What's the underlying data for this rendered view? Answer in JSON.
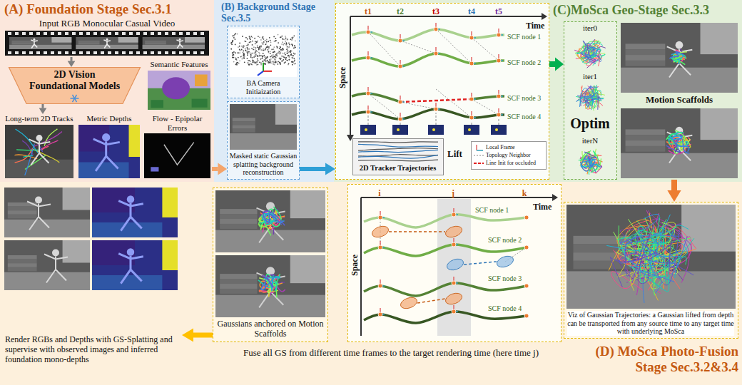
{
  "diagram": {
    "nodes": [
      {
        "text": [
          "(A) Foundation Stage Sec.3.1"
        ]
      },
      {
        "text": [
          "Input RGB Monocular Casual Video"
        ],
        "in": 0
      },
      {
        "text": [
          "2D Vision Foundational Models"
        ],
        "in": 0
      },
      {
        "text": [
          "Semantic Features"
        ],
        "in": 0
      },
      {
        "text": [
          "Long-term 2D Tracks"
        ],
        "in": 0
      },
      {
        "text": [
          "Metric Depths"
        ],
        "in": 0
      },
      {
        "text": [
          "Flow - Epipolar Errors"
        ],
        "in": 0
      },
      {
        "text": [
          "(B) Background Stage Sec.3.5"
        ]
      },
      {
        "text": [
          "BA Camera Initiaization"
        ],
        "in": 7
      },
      {
        "text": [
          "Masked static Gaussian splatting background reconstruction"
        ],
        "in": 7
      },
      {
        "text": [
          "(C)MoSca Geo-Stage Sec.3.3"
        ]
      },
      {
        "text": [
          "Lift"
        ],
        "in": 10
      },
      {
        "text": [
          "2D Tracker Trajectories"
        ],
        "in": 11
      },
      {
        "text": [
          "iter0",
          "iter1",
          "Optim",
          "iterN"
        ],
        "in": 10
      },
      {
        "text": [
          "Motion Scaffolds"
        ],
        "in": 10
      },
      {
        "text": [
          "(D) MoSca Photo-Fusion Stage Sec.3.2&3.4"
        ]
      },
      {
        "text": [
          "Viz of Gaussian Trajectories: a Gaussian lifted from depth can be transported from any source time to any target time with underlying MoSca"
        ],
        "in": 15
      },
      {
        "text": [
          "Fuse all GS from different time frames to the target rendering time (here time j)"
        ],
        "in": 15
      },
      {
        "text": [
          "Gaussians anchored on Motion Scaffolds"
        ],
        "in": 15
      },
      {
        "text": [
          "Render RGBs and Depths with GS-Splatting and supervise with observed images and inferred foundation mono-depths"
        ],
        "in": 15
      }
    ],
    "edges": [
      {
        "from": 1,
        "to": 2,
        "arrow": "to"
      },
      {
        "from": 2,
        "to": 4,
        "arrow": "to"
      },
      {
        "from": 6,
        "to": 9,
        "arrow": "to"
      },
      {
        "from": 9,
        "to": 11,
        "arrow": "to"
      },
      {
        "from": 11,
        "to": 13,
        "arrow": "to"
      },
      {
        "from": 14,
        "to": 16,
        "arrow": "to"
      },
      {
        "from": 18,
        "to": 19,
        "arrow": "to"
      }
    ],
    "labels": [
      "t1",
      "t2",
      "t3",
      "t4",
      "t5",
      "Time",
      "Space",
      "SCF node 1",
      "SCF node 2",
      "SCF node 3",
      "SCF node 4",
      "i",
      "j",
      "k",
      "Time",
      "Space",
      "SCF node 1",
      "SCF node 2",
      "SCF node 3",
      "SCF node 4"
    ],
    "legend": [
      {
        "text": "Local Frame"
      },
      {
        "text": "Topology Neighbor"
      },
      {
        "text": "Line Init for occluded"
      }
    ]
  }
}
